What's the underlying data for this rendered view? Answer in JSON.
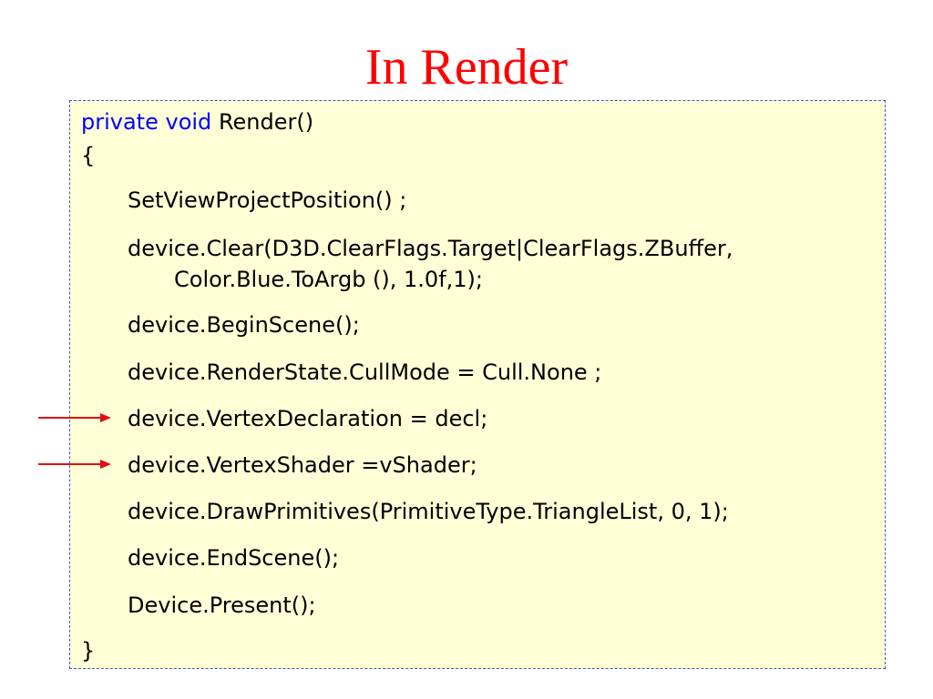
{
  "slide": {
    "title": "In Render",
    "code": {
      "kw_private": "private",
      "kw_void": "void",
      "signature_rest": "Render()",
      "open_brace": "{",
      "lines": [
        "SetViewProjectPosition() ;",
        "device.Clear(D3D.ClearFlags.Target|ClearFlags.ZBuffer,",
        "Color.Blue.ToArgb (), 1.0f,1);",
        "device.BeginScene();",
        "device.RenderState.CullMode = Cull.None ;",
        "device.VertexDeclaration = decl;",
        "device.VertexShader =vShader;",
        "device.DrawPrimitives(PrimitiveType.TriangleList, 0, 1);",
        "device.EndScene();",
        "Device.Present();"
      ],
      "close_brace": "}"
    }
  },
  "colors": {
    "title": "#ff0000",
    "keyword": "#0000ff",
    "box_background": "#ffffd7",
    "box_border": "#3b58c8",
    "arrow": "#e01010"
  },
  "icons": [
    "right-arrow-icon",
    "right-arrow-icon"
  ]
}
